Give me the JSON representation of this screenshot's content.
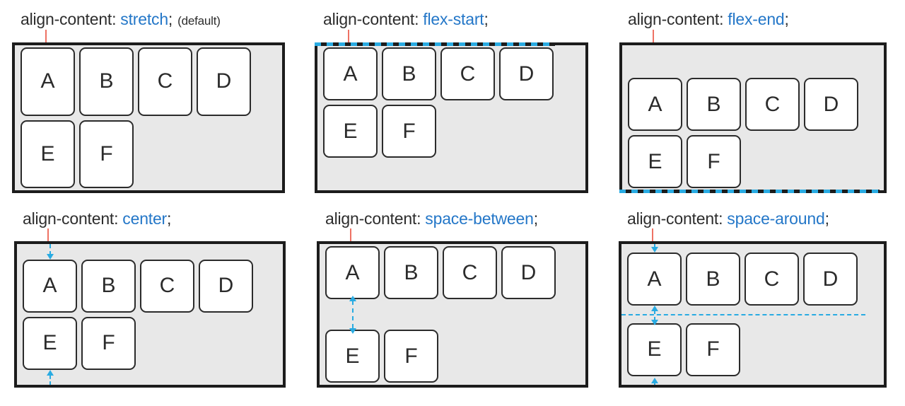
{
  "colors": {
    "accent_cyan": "#29abe2",
    "value_blue": "#2477c8",
    "callout_red": "#ee7264",
    "container_bg": "#e8e8e8",
    "outline_dark": "#1c1c1c"
  },
  "panels": [
    {
      "property": "align-content:",
      "value": "stretch",
      "suffix": ";",
      "note": "(default)",
      "items": [
        "A",
        "B",
        "C",
        "D",
        "E",
        "F"
      ]
    },
    {
      "property": "align-content:",
      "value": "flex-start",
      "suffix": ";",
      "items": [
        "A",
        "B",
        "C",
        "D",
        "E",
        "F"
      ]
    },
    {
      "property": "align-content:",
      "value": "flex-end",
      "suffix": ";",
      "items": [
        "A",
        "B",
        "C",
        "D",
        "E",
        "F"
      ]
    },
    {
      "property": "align-content:",
      "value": "center",
      "suffix": ";",
      "items": [
        "A",
        "B",
        "C",
        "D",
        "E",
        "F"
      ]
    },
    {
      "property": "align-content:",
      "value": "space-between",
      "suffix": ";",
      "items": [
        "A",
        "B",
        "C",
        "D",
        "E",
        "F"
      ]
    },
    {
      "property": "align-content:",
      "value": "space-around",
      "suffix": ";",
      "items": [
        "A",
        "B",
        "C",
        "D",
        "E",
        "F"
      ]
    }
  ]
}
